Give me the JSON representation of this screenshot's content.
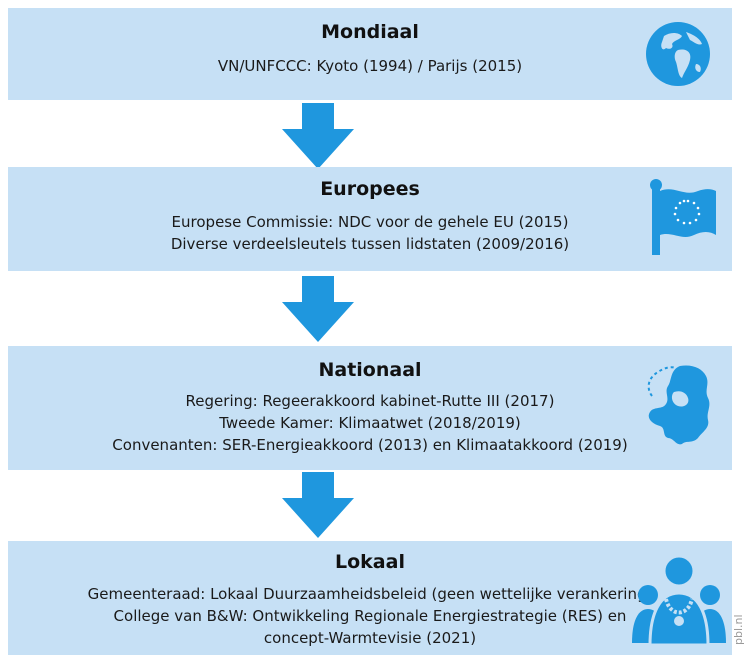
{
  "levels": [
    {
      "title": "Mondiaal",
      "lines": [
        "VN/UNFCCC: Kyoto (1994) / Parijs (2015)"
      ],
      "icon": "globe-icon"
    },
    {
      "title": "Europees",
      "lines": [
        "Europese Commissie: NDC voor de gehele EU (2015)",
        "Diverse verdeelsleutels tussen lidstaten (2009/2016)"
      ],
      "icon": "eu-flag-icon"
    },
    {
      "title": "Nationaal",
      "lines": [
        "Regering: Regeerakkoord kabinet-Rutte III (2017)",
        "Tweede Kamer: Klimaatwet (2018/2019)",
        "Convenanten: SER-Energieakkoord (2013) en Klimaatakkoord (2019)"
      ],
      "icon": "netherlands-map-icon"
    },
    {
      "title": "Lokaal",
      "lines": [
        "Gemeenteraad: Lokaal Duurzaamheidsbeleid (geen wettelijke verankering)",
        "College van B&W: Ontwikkeling Regionale Energiestrategie (RES) en",
        "concept-Warmtevisie (2021)"
      ],
      "icon": "mayor-with-people-icon"
    }
  ],
  "watermark": "pbl.nl",
  "colors": {
    "box": "#c6e0f5",
    "accent": "#1f97de"
  }
}
